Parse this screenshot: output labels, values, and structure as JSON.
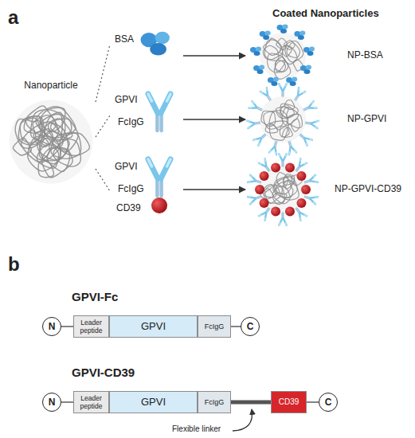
{
  "diagram": {
    "nodes": [
      {
        "text": [
          "Nanoparticle"
        ]
      },
      {
        "text": [
          "BSA"
        ]
      },
      {
        "text": [
          "GPVI",
          "FcIgG"
        ]
      },
      {
        "text": [
          "GPVI",
          "FcIgG",
          "CD39"
        ]
      },
      {
        "text": [
          "NP-BSA"
        ]
      },
      {
        "text": [
          "NP-GPVI"
        ]
      },
      {
        "text": [
          "NP-GPVI-CD39"
        ]
      },
      {
        "text": [
          "N"
        ]
      },
      {
        "text": [
          "Leader peptide"
        ]
      },
      {
        "text": [
          "GPVI"
        ]
      },
      {
        "text": [
          "FcIgG"
        ]
      },
      {
        "text": [
          "C"
        ]
      },
      {
        "text": [
          "N"
        ]
      },
      {
        "text": [
          "Leader peptide"
        ]
      },
      {
        "text": [
          "GPVI"
        ]
      },
      {
        "text": [
          "FcIgG"
        ]
      },
      {
        "text": [
          "CD39"
        ]
      },
      {
        "text": [
          "C"
        ]
      }
    ],
    "edges": [
      {
        "from": 0,
        "to": 1,
        "arrow": "none"
      },
      {
        "from": 0,
        "to": 2,
        "arrow": "none"
      },
      {
        "from": 0,
        "to": 3,
        "arrow": "none"
      },
      {
        "from": 1,
        "to": 4,
        "arrow": "to"
      },
      {
        "from": 2,
        "to": 5,
        "arrow": "to"
      },
      {
        "from": 3,
        "to": 6,
        "arrow": "to"
      },
      {
        "from": 7,
        "to": 8,
        "arrow": "none"
      },
      {
        "from": 10,
        "to": 11,
        "arrow": "none"
      },
      {
        "from": 12,
        "to": 13,
        "arrow": "none"
      },
      {
        "from": 15,
        "to": 16,
        "arrow": "none"
      },
      {
        "from": 16,
        "to": 17,
        "arrow": "none"
      }
    ],
    "labels": [
      "a",
      "Coated Nanoparticles",
      "b",
      "GPVI-Fc",
      "GPVI-CD39",
      "Flexible linker"
    ]
  }
}
